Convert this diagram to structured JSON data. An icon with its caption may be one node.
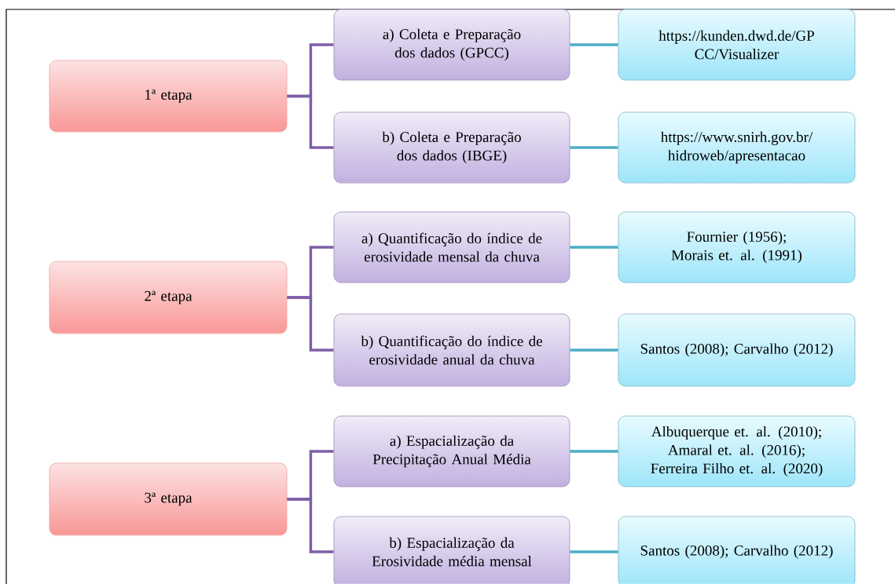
{
  "diagram": {
    "nodes": [
      {
        "text": [
          "1ª etapa"
        ]
      },
      {
        "text": [
          "a) Coleta e Preparação dos dados (GPCC)"
        ]
      },
      {
        "text": [
          "https://kunden.dwd.de/GP CC/Visualizer"
        ]
      },
      {
        "text": [
          "b) Coleta e Preparação dos dados (IBGE)"
        ]
      },
      {
        "text": [
          "https://www.snirh.gov.br/ hidroweb/apresentacao"
        ]
      },
      {
        "text": [
          "2ª etapa"
        ]
      },
      {
        "text": [
          "a) Quantificação do índice de erosividade mensal da chuva"
        ]
      },
      {
        "text": [
          "Fournier (1956); Morais et. al. (1991)"
        ]
      },
      {
        "text": [
          "b) Quantificação do índice de erosividade anual da chuva"
        ]
      },
      {
        "text": [
          "Santos (2008); Carvalho (2012)"
        ]
      },
      {
        "text": [
          "3ª etapa"
        ]
      },
      {
        "text": [
          "a) Espacialização da Precipitação Anual Média"
        ]
      },
      {
        "text": [
          "Albuquerque et. al. (2010); Amaral et. al. (2016); Ferreira Filho et. al. (2020)"
        ]
      },
      {
        "text": [
          "b) Espacialização da Erosividade média mensal"
        ]
      },
      {
        "text": [
          "Santos (2008); Carvalho (2012)"
        ]
      }
    ],
    "edges": [
      {
        "from": 0,
        "to": 1,
        "arrow": "none",
        "color": "#7e5fa6"
      },
      {
        "from": 0,
        "to": 3,
        "arrow": "none",
        "color": "#7e5fa6"
      },
      {
        "from": 1,
        "to": 2,
        "arrow": "none",
        "color": "#4bacc6"
      },
      {
        "from": 3,
        "to": 4,
        "arrow": "none",
        "color": "#4bacc6"
      },
      {
        "from": 5,
        "to": 6,
        "arrow": "none",
        "color": "#7e5fa6"
      },
      {
        "from": 5,
        "to": 8,
        "arrow": "none",
        "color": "#7e5fa6"
      },
      {
        "from": 6,
        "to": 7,
        "arrow": "none",
        "color": "#4bacc6"
      },
      {
        "from": 8,
        "to": 9,
        "arrow": "none",
        "color": "#4bacc6"
      },
      {
        "from": 10,
        "to": 11,
        "arrow": "none",
        "color": "#7e5fa6"
      },
      {
        "from": 10,
        "to": 13,
        "arrow": "none",
        "color": "#7e5fa6"
      },
      {
        "from": 11,
        "to": 12,
        "arrow": "none",
        "color": "#4bacc6"
      },
      {
        "from": 13,
        "to": 14,
        "arrow": "none",
        "color": "#4bacc6"
      }
    ]
  }
}
